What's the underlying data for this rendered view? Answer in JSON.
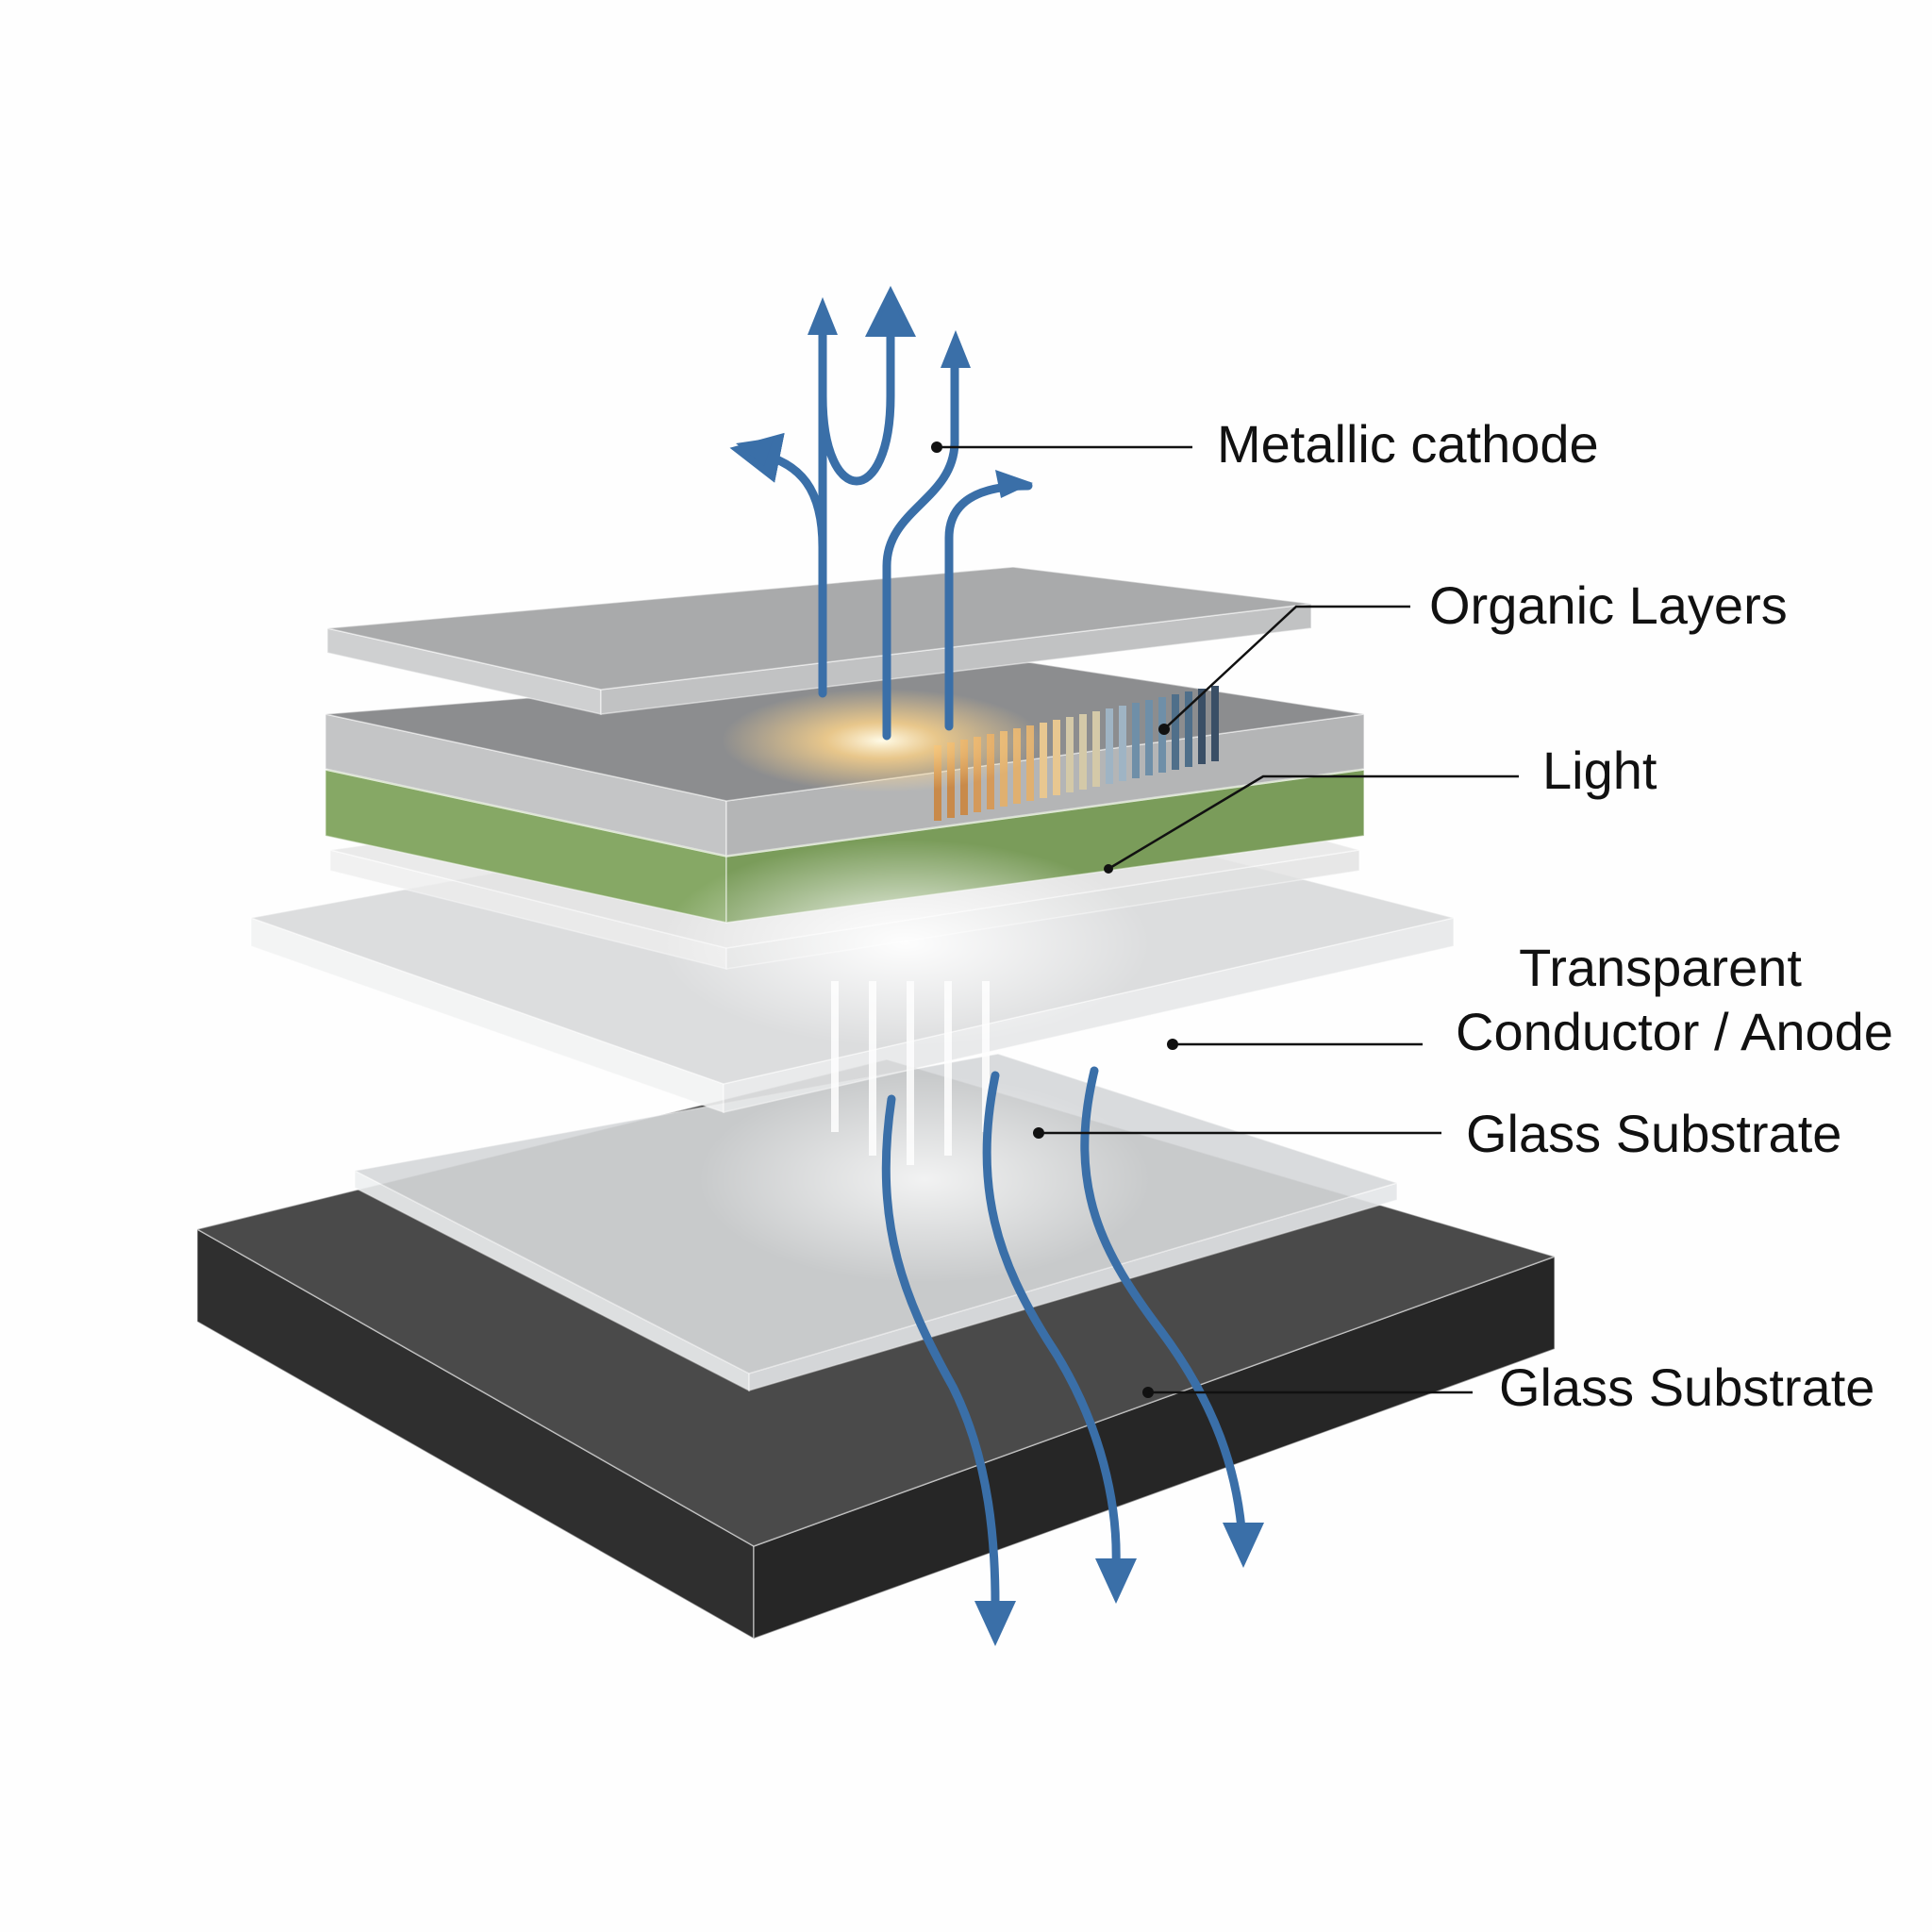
{
  "diagram": {
    "labels": {
      "metallic_cathode": "Metallic cathode",
      "organic_layers": "Organic Layers",
      "light": "Light",
      "transparent_anode_line1": "Transparent",
      "transparent_anode_line2": "Conductor / Anode",
      "glass_substrate_1": "Glass Substrate",
      "glass_substrate_2": "Glass Substrate"
    },
    "colors": {
      "arrow": "#3a6fa8",
      "cathode": "#b9babb",
      "organic_green": "#86a865",
      "glow": "#ffd58a",
      "base": "#3a3a3a"
    }
  }
}
